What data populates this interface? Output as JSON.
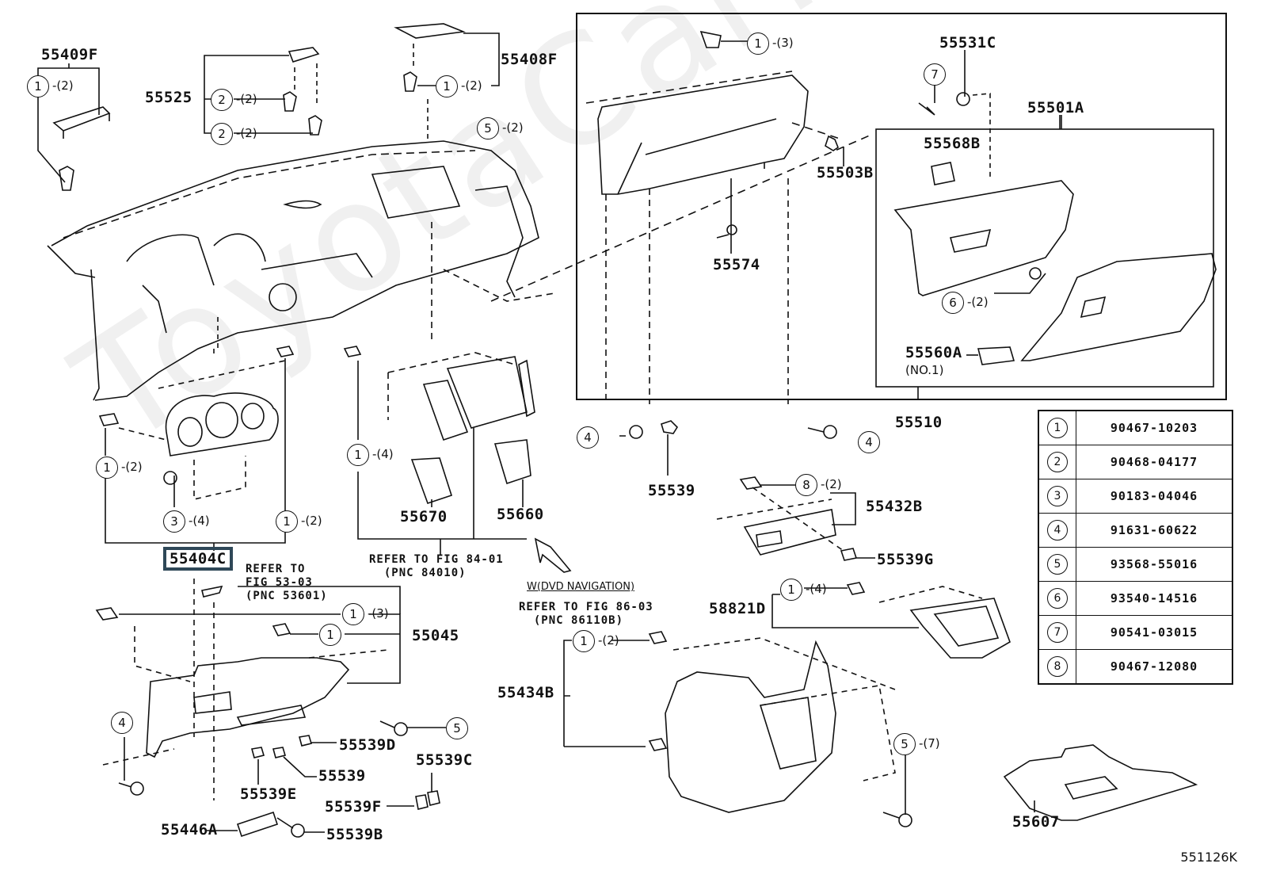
{
  "diagram": {
    "figure_id": "551126K",
    "watermark": "ToyotaCarMine.ru",
    "highlighted_part": "55404C",
    "highlight_color": "#2f4858",
    "part_numbers": {
      "p55409F": "55409F",
      "p55525": "55525",
      "p55408F": "55408F",
      "p55531C": "55531C",
      "p55501A": "55501A",
      "p55568B": "55568B",
      "p55503B": "55503B",
      "p55574": "55574",
      "p55560A": "55560A",
      "p55560A_note": "(NO.1)",
      "p55510": "55510",
      "p55404C": "55404C",
      "p55670": "55670",
      "p55660": "55660",
      "p55539_top": "55539",
      "p55432B": "55432B",
      "p55539G": "55539G",
      "p58821D": "58821D",
      "p55045": "55045",
      "p55539D": "55539D",
      "p55539": "55539",
      "p55539E": "55539E",
      "p55539C": "55539C",
      "p55539F": "55539F",
      "p55446A": "55446A",
      "p55539B": "55539B",
      "p55434B": "55434B",
      "p55607": "55607"
    },
    "references": {
      "fig53": "REFER TO\nFIG 53-03\n(PNC 53601)",
      "fig84": "REFER TO FIG 84-01\n  (PNC 84010)",
      "dvd_condition": "W(DVD NAVIGATION)",
      "fig86": "REFER TO FIG 86-03\n  (PNC 86110B)"
    },
    "callouts": [
      {
        "id": "c1",
        "num": "1",
        "qty": "-(2)"
      },
      {
        "id": "c2",
        "num": "2",
        "qty": "-(2)"
      },
      {
        "id": "c3",
        "num": "2",
        "qty": "-(2)"
      },
      {
        "id": "c4",
        "num": "1",
        "qty": "-(2)"
      },
      {
        "id": "c5",
        "num": "5",
        "qty": "-(2)"
      },
      {
        "id": "c6",
        "num": "1",
        "qty": "-(3)"
      },
      {
        "id": "c7",
        "num": "7",
        "qty": ""
      },
      {
        "id": "c8",
        "num": "6",
        "qty": "-(2)"
      },
      {
        "id": "c9",
        "num": "1",
        "qty": "-(2)"
      },
      {
        "id": "c10",
        "num": "3",
        "qty": "-(4)"
      },
      {
        "id": "c11",
        "num": "1",
        "qty": "-(2)"
      },
      {
        "id": "c12",
        "num": "1",
        "qty": "-(4)"
      },
      {
        "id": "c13",
        "num": "4",
        "qty": ""
      },
      {
        "id": "c14",
        "num": "4",
        "qty": ""
      },
      {
        "id": "c15",
        "num": "8",
        "qty": "-(2)"
      },
      {
        "id": "c16",
        "num": "1",
        "qty": "-(4)"
      },
      {
        "id": "c17",
        "num": "1",
        "qty": "-(3)"
      },
      {
        "id": "c18",
        "num": "1",
        "qty": ""
      },
      {
        "id": "c19",
        "num": "1",
        "qty": "-(2)"
      },
      {
        "id": "c20",
        "num": "4",
        "qty": ""
      },
      {
        "id": "c21",
        "num": "5",
        "qty": ""
      },
      {
        "id": "c22",
        "num": "5",
        "qty": "-(7)"
      }
    ]
  },
  "legend_table": [
    {
      "num": "1",
      "code": "90467-10203"
    },
    {
      "num": "2",
      "code": "90468-04177"
    },
    {
      "num": "3",
      "code": "90183-04046"
    },
    {
      "num": "4",
      "code": "91631-60622"
    },
    {
      "num": "5",
      "code": "93568-55016"
    },
    {
      "num": "6",
      "code": "93540-14516"
    },
    {
      "num": "7",
      "code": "90541-03015"
    },
    {
      "num": "8",
      "code": "90467-12080"
    }
  ]
}
